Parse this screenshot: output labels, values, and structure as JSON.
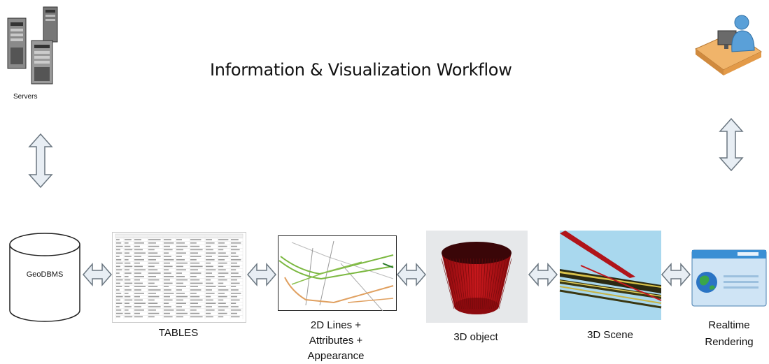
{
  "title": "Information & Visualization Workflow",
  "servers_label": "Servers",
  "database_label": "GeoDBMS",
  "tables_label": "TABLES",
  "lines_label_1": "2D Lines +",
  "lines_label_2": "Attributes +",
  "lines_label_3": "Appearance",
  "object_label": "3D object",
  "scene_label": "3D Scene",
  "render_label_1": "Realtime",
  "render_label_2": "Rendering",
  "icons": [
    "servers-icon",
    "user-at-computer-icon",
    "database-icon",
    "browser-globe-icon",
    "double-arrow-icon"
  ],
  "colors": {
    "arrow_fill": "#e8eef4",
    "arrow_stroke": "#6a7680",
    "cylinder_red": "#c0181c",
    "scene_bg": "#a9d8ee",
    "render_blue": "#3a8fd4"
  }
}
